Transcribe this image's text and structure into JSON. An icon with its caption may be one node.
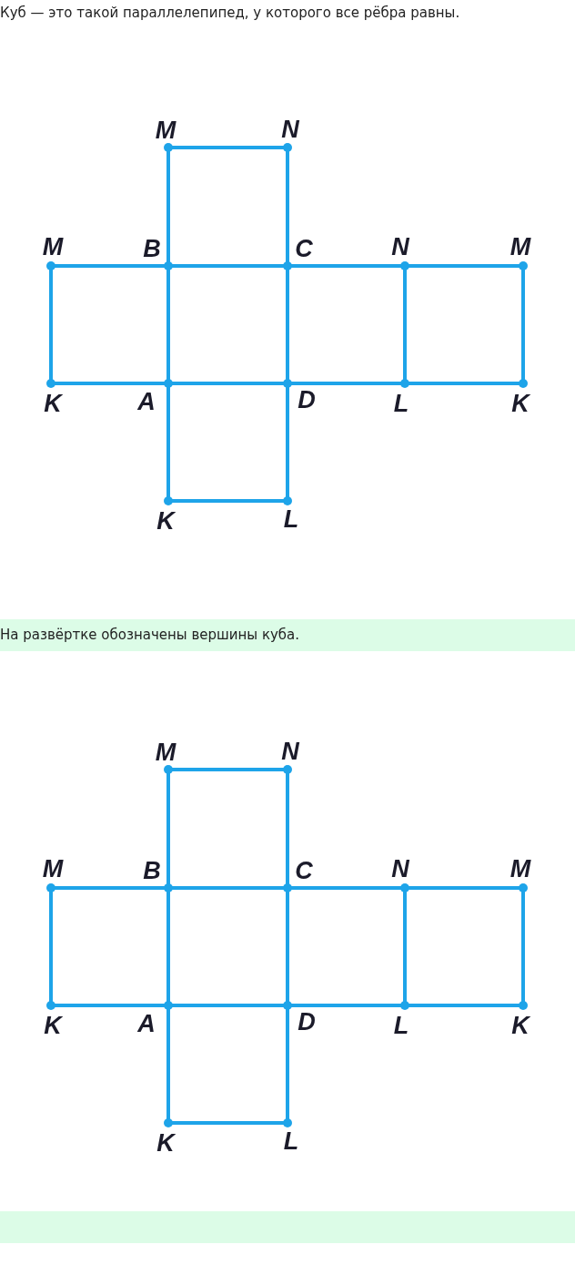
{
  "diagram": {
    "nodes": [
      {
        "text": [
          "На развёртке обозначены вершины куба."
        ]
      },
      {
        "text": [],
        "shape": "bar"
      }
    ],
    "labels": [
      "Куб — это такой параллелепипед, у которого все рёбра равны.",
      "M",
      "N",
      "M",
      "B",
      "C",
      "N",
      "M",
      "K",
      "A",
      "D",
      "L",
      "K",
      "K",
      "L",
      "M",
      "N",
      "M",
      "B",
      "C",
      "N",
      "M",
      "K",
      "A",
      "D",
      "L",
      "K",
      "K",
      "L"
    ]
  }
}
